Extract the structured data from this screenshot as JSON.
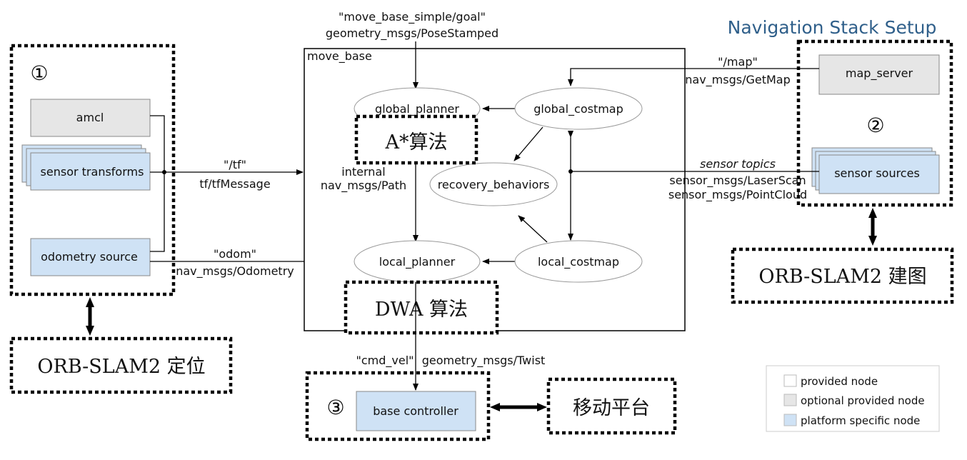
{
  "title": "Navigation Stack Setup",
  "colors": {
    "provided": "#ffffff",
    "optional": "#e6e6e6",
    "platform": "#cfe2f5",
    "title": "#2f5f8a"
  },
  "move_base": {
    "label": "move_base"
  },
  "nodes": {
    "amcl": "amcl",
    "sensor_transforms": "sensor transforms",
    "odometry_source": "odometry source",
    "map_server": "map_server",
    "sensor_sources": "sensor sources",
    "base_controller": "base controller",
    "global_planner": "global_planner",
    "global_costmap": "global_costmap",
    "recovery_behaviors": "recovery_behaviors",
    "local_planner": "local_planner",
    "local_costmap": "local_costmap"
  },
  "edges": {
    "goal_topic": "\"move_base_simple/goal\"",
    "goal_type": "geometry_msgs/PoseStamped",
    "tf_topic": "\"/tf\"",
    "tf_type": "tf/tfMessage",
    "odom_topic": "\"odom\"",
    "odom_type": "nav_msgs/Odometry",
    "map_topic": "\"/map\"",
    "map_type": "nav_msgs/GetMap",
    "sensor_topic": "sensor topics",
    "sensor_type1": "sensor_msgs/LaserScan",
    "sensor_type2": "sensor_msgs/PointCloud",
    "internal_label": "internal",
    "internal_type": "nav_msgs/Path",
    "cmd_vel_topic": "\"cmd_vel\"",
    "cmd_vel_type": "geometry_msgs/Twist"
  },
  "annotations": {
    "circle1": "①",
    "circle2": "②",
    "circle3": "③",
    "astar": "A*算法",
    "dwa": "DWA 算法",
    "orb_localization": "ORB-SLAM2 定位",
    "orb_mapping": "ORB-SLAM2 建图",
    "mobile_platform": "移动平台"
  },
  "legend": {
    "provided": "provided node",
    "optional": "optional provided node",
    "platform": "platform specific node"
  }
}
